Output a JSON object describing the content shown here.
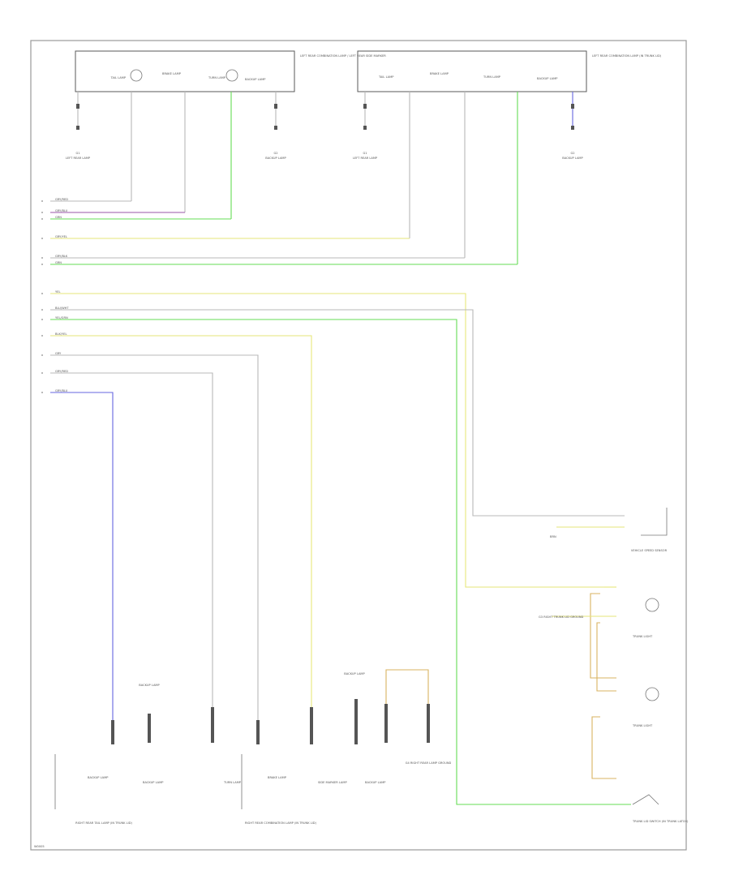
{
  "diagram": {
    "page_code": "W0005",
    "left_bulb_unit": {
      "title": "LEFT REAR COMBINATION LAMP / LEFT REAR SIDE MARKER",
      "tail_lamp": "TAIL LAMP",
      "brake_lamp": "BRAKE LAMP",
      "turn_lamp": "TURN LAMP",
      "backup_lamp": "BACKUP LAMP",
      "ground_1": "G1",
      "ground_1_note": "LEFT REAR LAMP",
      "ground_2": "G2",
      "ground_2_note": "BACKUP LAMP"
    },
    "right_bulb_unit": {
      "title": "LEFT REAR COMBINATION LAMP (IN TRUNK LID)",
      "tail_lamp": "TAIL LAMP",
      "brake_lamp": "BRAKE LAMP",
      "turn_lamp": "TURN LAMP",
      "backup_lamp": "BACKUP LAMP",
      "ground_1": "G1",
      "ground_1_note": "LEFT REAR LAMP",
      "ground_2": "G2",
      "ground_2_note": "BACKUP LAMP"
    },
    "wire_labels": {
      "w1": "GRY/RED",
      "w2": "GRY/BLU",
      "w3": "GRN",
      "w4": "GRY/YEL",
      "w5": "GRY/BLK",
      "w6": "GRN",
      "w7": "YEL",
      "w8": "BLU/WHT",
      "w9": "YEL/GRN",
      "w10": "BLK/YEL",
      "w11": "GRY",
      "w12": "GRY/RED",
      "w13": "GRY/BLU"
    },
    "ground_near_sensor": "BRN",
    "sensor": "VEHICLE SPEED SENSOR",
    "trunk_light": {
      "label": "TRUNK LIGHT",
      "ground": "G3 RIGHT TRUNK LID GROUND"
    },
    "trunk_light_2": "TRUNK LIGHT",
    "trunk_switch": "TRUNK LID SWITCH (IN TRUNK LATCH)",
    "bottom_left": {
      "title": "RIGHT REAR TAIL LAMP (IN TRUNK LID)",
      "backup": "BACKUP LAMP",
      "lamp": "BACKUP LAMP"
    },
    "bottom_mid": {
      "title": "RIGHT REAR COMBINATION LAMP (IN TRUNK LID)",
      "turn": "TURN LAMP",
      "brake": "BRAKE LAMP",
      "side": "SIDE MARKER LAMP",
      "backup": "BACKUP LAMP"
    },
    "bottom_right_ground": "G4 RIGHT REAR LAMP GROUND",
    "ground_left": "BACKUP LAMP",
    "ground_mid": "BACKUP LAMP",
    "wire_colors": {
      "grey": "#b8b8b8",
      "green": "#66dd55",
      "yellow": "#e6e67a",
      "blue": "#6666e0",
      "violet": "#9955aa",
      "orange": "#d9b360"
    }
  }
}
